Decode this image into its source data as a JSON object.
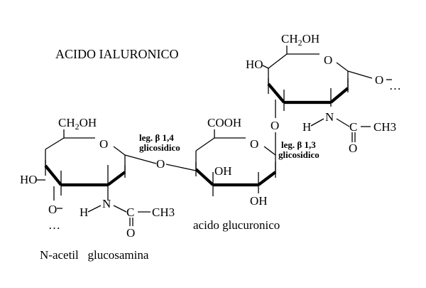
{
  "title": "ACIDO IALURONICO",
  "units": {
    "left_name": "N-acetil   glucosamina",
    "middle_name": "acido glucuronico"
  },
  "linkages": {
    "beta14_line1": "leg. β 1,4",
    "beta14_line2": "glicosidico",
    "beta13_line1": "leg. β 1,3",
    "beta13_line2": "glicosidico"
  },
  "left_ring": {
    "ch2oh_main": "CH",
    "ch2oh_sub": "2",
    "ch2oh_tail": "OH",
    "ring_o": "O",
    "ho": "HO",
    "o_down": "O",
    "dots_down": "…",
    "h": "H",
    "n": "N",
    "c": "C",
    "ch3": "CH3",
    "carbonyl_o": "O"
  },
  "middle_ring": {
    "cooh": "COOH",
    "ring_o": "O",
    "oh_inner": "OH",
    "oh_bottom": "OH"
  },
  "right_ring": {
    "ch2oh_main": "CH",
    "ch2oh_sub": "2",
    "ch2oh_tail": "OH",
    "ring_o": "O",
    "ho": "HO",
    "o_right": "O",
    "dots_right": "…",
    "h": "H",
    "n": "N",
    "c": "C",
    "ch3": "CH3",
    "carbonyl_o": "O"
  },
  "bridges": {
    "o_14": "O",
    "o_13": "O"
  }
}
